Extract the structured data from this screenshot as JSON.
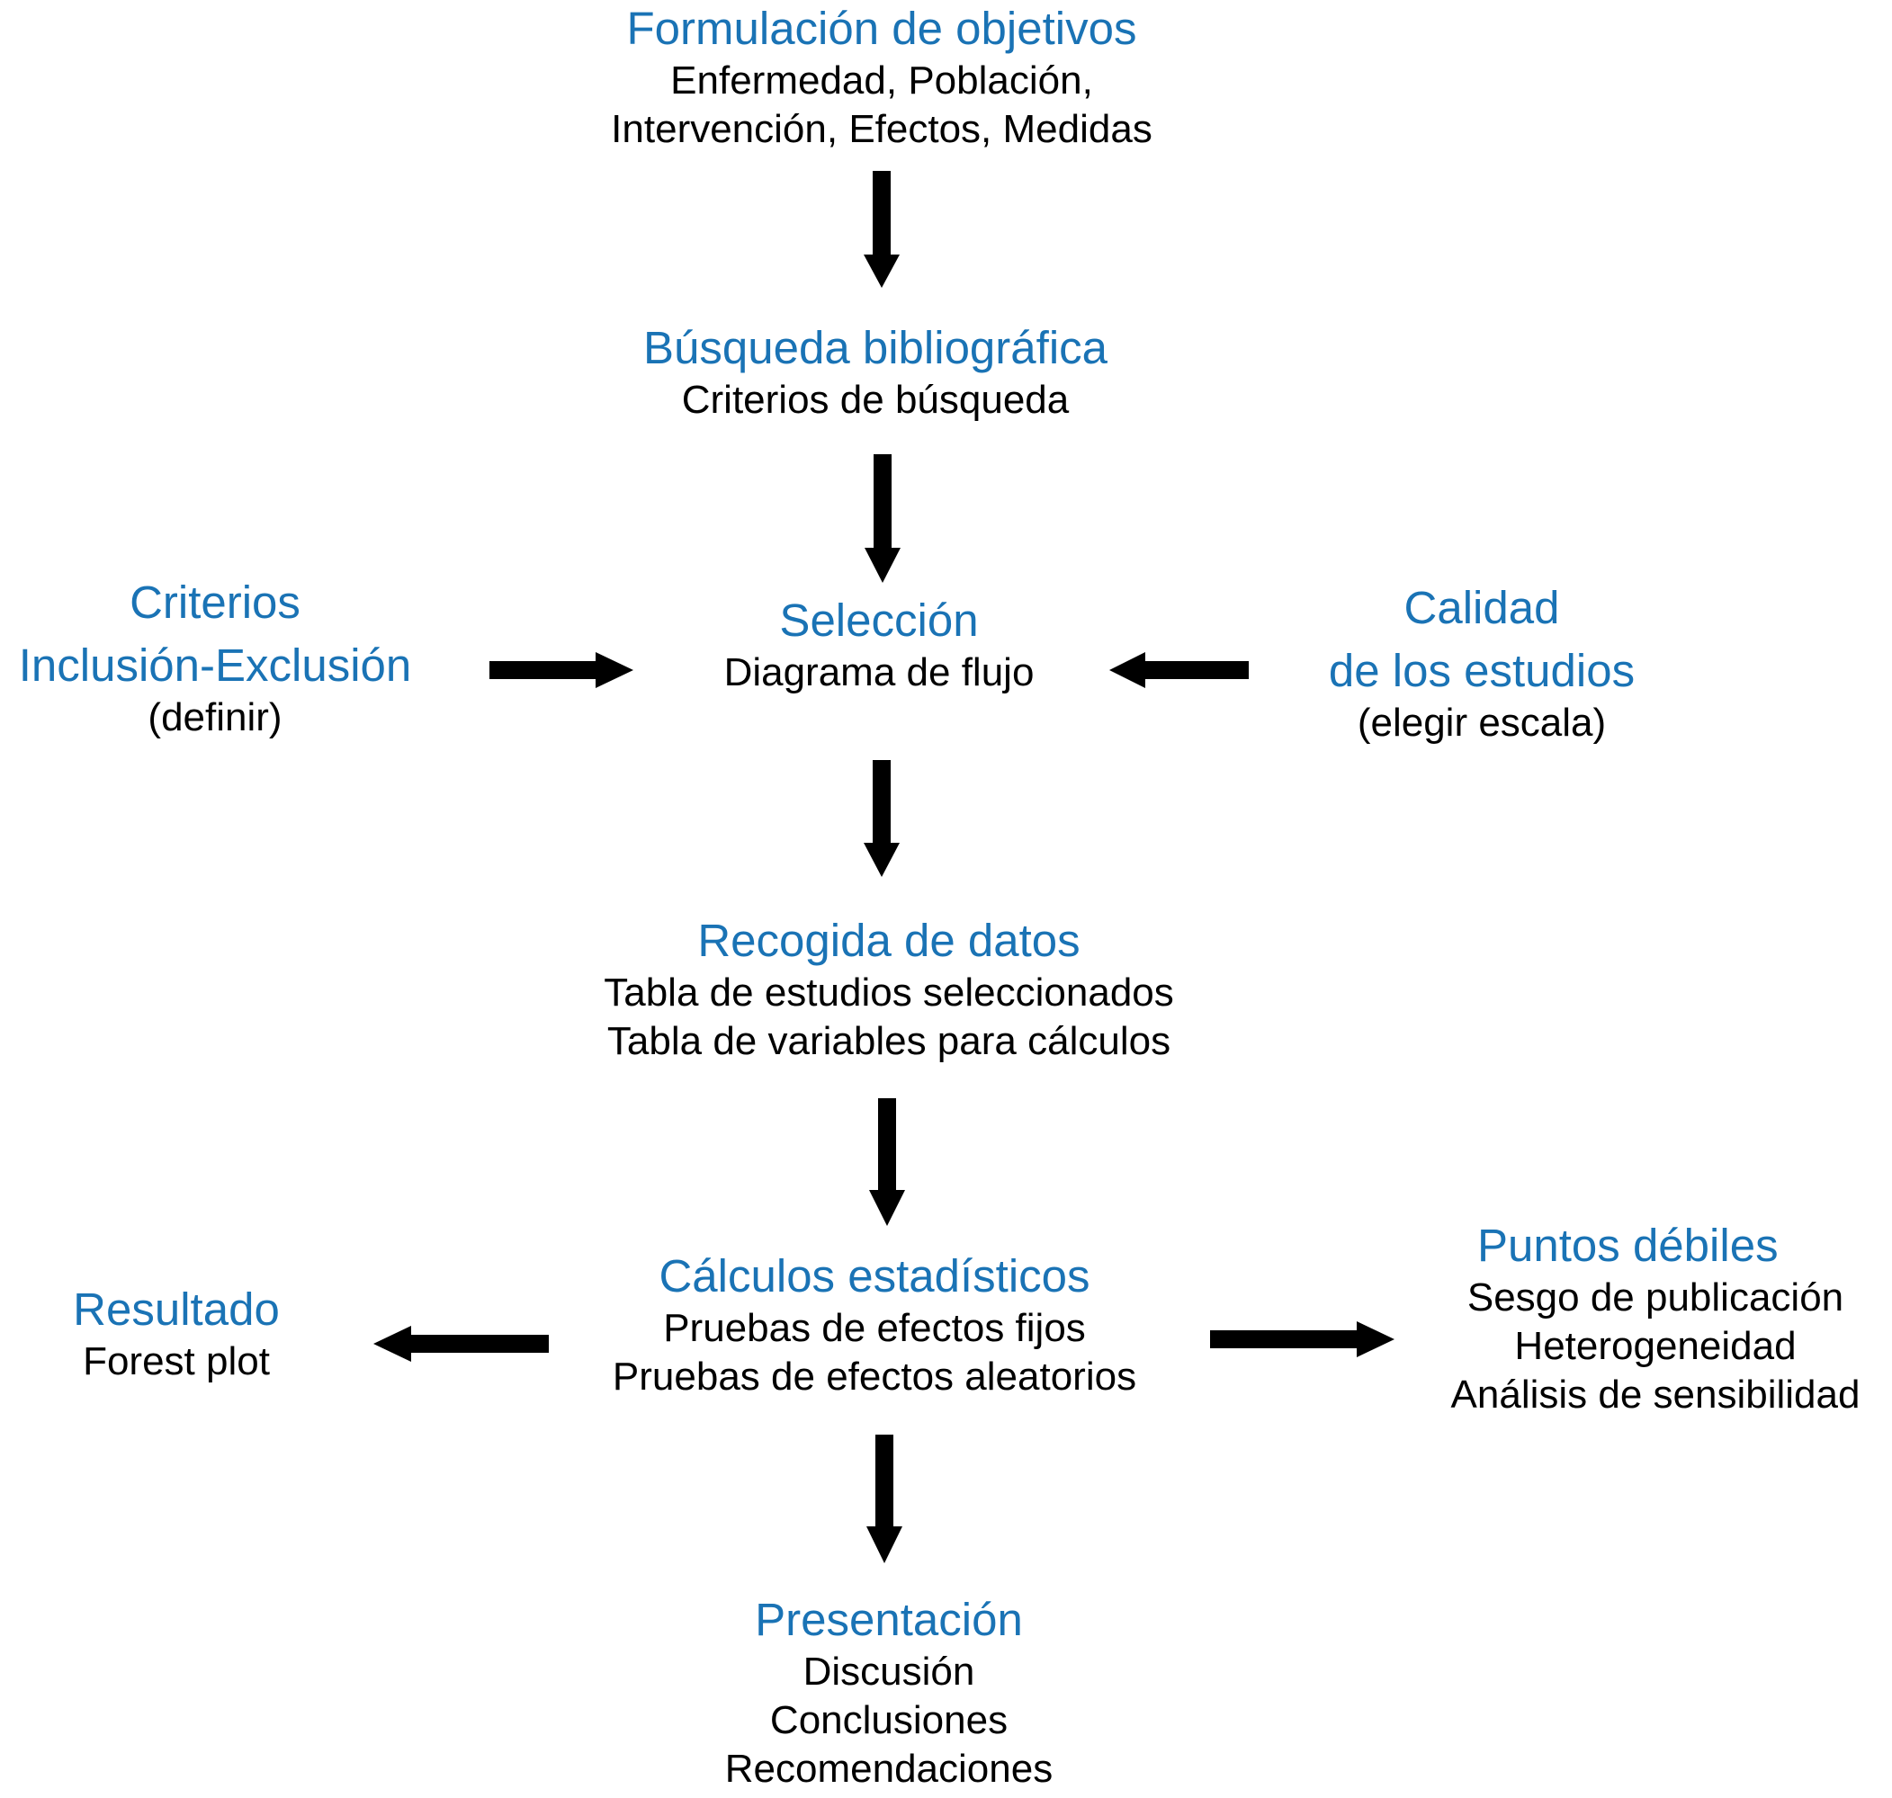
{
  "colors": {
    "title": "#1a73b5",
    "text": "#000000",
    "arrow": "#000000"
  },
  "nodes": {
    "objetivos": {
      "title": "Formulación de objetivos",
      "lines": [
        "Enfermedad, Población,",
        "Intervención, Efectos, Medidas"
      ]
    },
    "busqueda": {
      "title": "Búsqueda bibliográfica",
      "lines": [
        "Criterios de búsqueda"
      ]
    },
    "criterios": {
      "titles": [
        "Criterios",
        "Inclusión-Exclusión"
      ],
      "lines": [
        "(definir)"
      ]
    },
    "seleccion": {
      "title": "Selección",
      "lines": [
        "Diagrama de flujo"
      ]
    },
    "calidad": {
      "titles": [
        "Calidad",
        "de los estudios"
      ],
      "lines": [
        "(elegir escala)"
      ]
    },
    "recogida": {
      "title": "Recogida de datos",
      "lines": [
        "Tabla de estudios seleccionados",
        "Tabla de variables para cálculos"
      ]
    },
    "calculos": {
      "title": "Cálculos estadísticos",
      "lines": [
        "Pruebas de efectos fijos",
        "Pruebas de efectos aleatorios"
      ]
    },
    "resultado": {
      "title": "Resultado",
      "lines": [
        "Forest plot"
      ]
    },
    "puntos": {
      "title": "Puntos débiles",
      "lines": [
        "Sesgo de publicación",
        "Heterogeneidad",
        "Análisis de sensibilidad"
      ]
    },
    "presentacion": {
      "title": "Presentación",
      "lines": [
        "Discusión",
        "Conclusiones",
        "Recomendaciones"
      ]
    }
  }
}
